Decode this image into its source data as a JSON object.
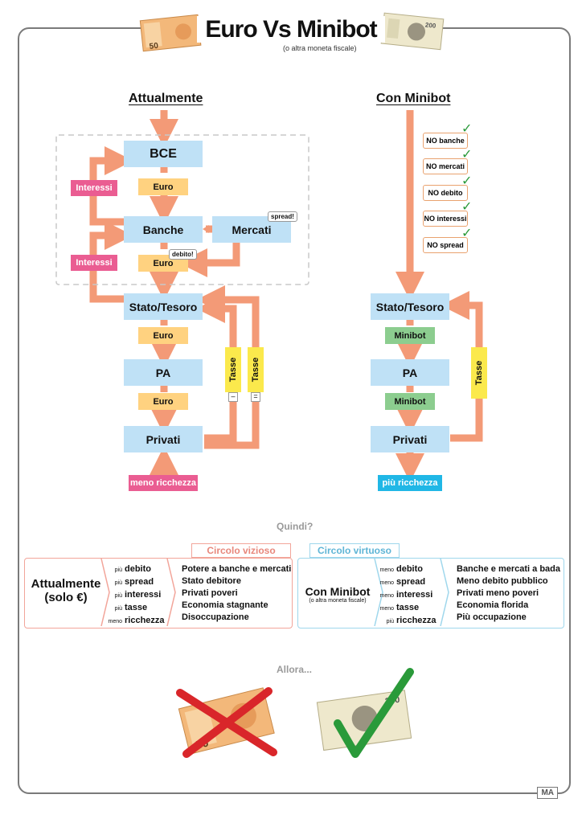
{
  "title": "Euro Vs Minibot",
  "subtitle": "(o altra moneta fiscale)",
  "left": {
    "header": "Attualmente",
    "bce": "BCE",
    "euro1": "Euro",
    "banche": "Banche",
    "mercati": "Mercati",
    "spread_tag": "spread!",
    "debito_tag": "debito!",
    "euro2": "Euro",
    "interessi1": "Interessi",
    "interessi2": "Interessi",
    "stato": "Stato/Tesoro",
    "euro3": "Euro",
    "pa": "PA",
    "euro4": "Euro",
    "privati": "Privati",
    "tasse1": "Tasse",
    "tasse2": "Tasse",
    "minus": "–",
    "equals": "=",
    "bottom": "meno ricchezza"
  },
  "right": {
    "header": "Con Minibot",
    "no_items": [
      "NO banche",
      "NO mercati",
      "NO debito",
      "NO interessi",
      "NO spread"
    ],
    "stato": "Stato/Tesoro",
    "minibot1": "Minibot",
    "pa": "PA",
    "minibot2": "Minibot",
    "privati": "Privati",
    "tasse": "Tasse",
    "bottom": "più ricchezza"
  },
  "quindi": "Quindi?",
  "vicious": {
    "banner": "Circolo vizioso",
    "label": "Attualmente",
    "label2": "(solo €)",
    "items": [
      {
        "pre": "più",
        "word": "debito"
      },
      {
        "pre": "più",
        "word": "spread"
      },
      {
        "pre": "più",
        "word": "interessi"
      },
      {
        "pre": "più",
        "word": "tasse"
      },
      {
        "pre": "meno",
        "word": "ricchezza"
      }
    ],
    "results": [
      "Potere a banche e mercati",
      "Stato debitore",
      "Privati poveri",
      "Economia stagnante",
      "Disoccupazione"
    ]
  },
  "virtuous": {
    "banner": "Circolo virtuoso",
    "label": "Con Minibot",
    "label2": "(o altra moneta fiscale)",
    "items": [
      {
        "pre": "meno",
        "word": "debito"
      },
      {
        "pre": "meno",
        "word": "spread"
      },
      {
        "pre": "meno",
        "word": "interessi"
      },
      {
        "pre": "meno",
        "word": "tasse"
      },
      {
        "pre": "più",
        "word": "ricchezza"
      }
    ],
    "results": [
      "Banche e mercati a bada",
      "Meno debito pubblico",
      "Privati meno poveri",
      "Economia florida",
      "Più occupazione"
    ]
  },
  "allora": "Allora...",
  "banknote_euro": "50",
  "banknote_minibot": "200",
  "logo": "MA",
  "colors": {
    "arrow": "#f39a77",
    "blue": "#bfe1f6",
    "orange": "#ffd280",
    "green": "#8ccd8f",
    "pink": "#ea5d92",
    "cyan": "#20b7e6",
    "yellow": "#fbe94c",
    "vicious": "#f2a59a",
    "virtuous": "#9fd7ec"
  }
}
